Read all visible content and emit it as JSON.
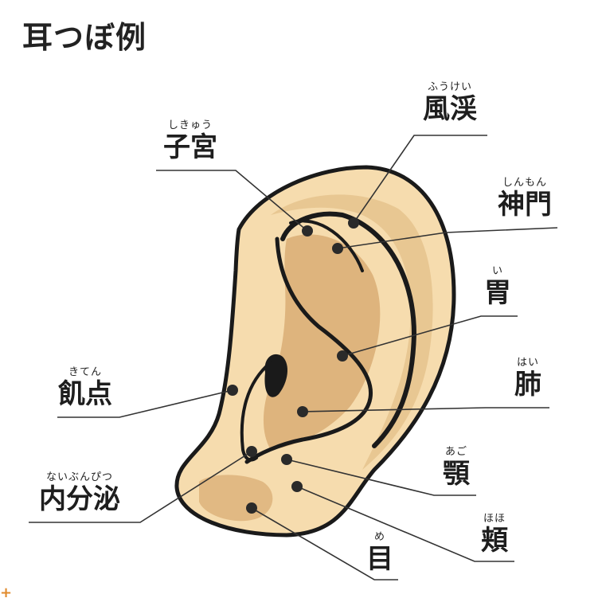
{
  "title": "耳つぼ例",
  "points": [
    {
      "id": "fukei",
      "kanji": "風渓",
      "ruby": "ふうけい"
    },
    {
      "id": "shikyu",
      "kanji": "子宮",
      "ruby": "しきゅう"
    },
    {
      "id": "shinmon",
      "kanji": "神門",
      "ruby": "しんもん"
    },
    {
      "id": "i",
      "kanji": "胃",
      "ruby": "い"
    },
    {
      "id": "kiten",
      "kanji": "飢点",
      "ruby": "きてん"
    },
    {
      "id": "hai",
      "kanji": "肺",
      "ruby": "はい"
    },
    {
      "id": "ago",
      "kanji": "顎",
      "ruby": "あご"
    },
    {
      "id": "naibunpitsu",
      "kanji": "内分泌",
      "ruby": "ないぶんぴつ"
    },
    {
      "id": "hoho",
      "kanji": "頬",
      "ruby": "ほほ"
    },
    {
      "id": "me",
      "kanji": "目",
      "ruby": "め"
    }
  ],
  "colors": {
    "skin": "#f6dcae",
    "skin_shadow": "#d9ad74",
    "outline": "#1a1a1a",
    "leader_line": "#333333",
    "dot": "#2a2a2a"
  },
  "corner_mark": "+"
}
